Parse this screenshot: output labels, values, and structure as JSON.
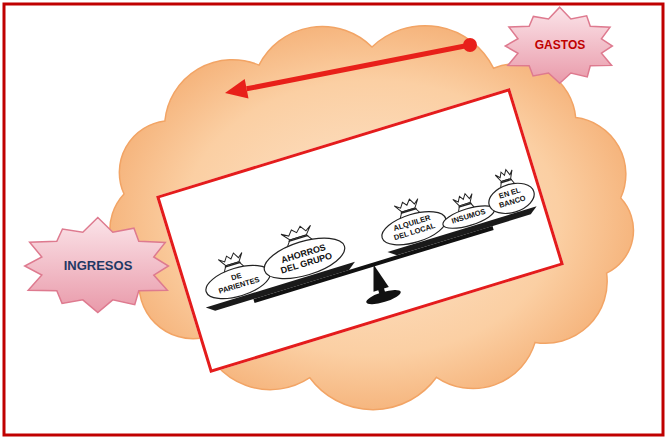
{
  "diagram": {
    "nodes": [
      {
        "text": [
          "GASTOS"
        ]
      },
      {
        "text": [
          "DE PARIENTES"
        ]
      },
      {
        "text": [
          "AHORROS DEL GRUPO"
        ]
      },
      {
        "text": [
          "ALQUILER DEL LOCAL"
        ]
      },
      {
        "text": [
          "INSUMOS"
        ]
      },
      {
        "text": [
          "EN EL BANCO"
        ]
      },
      {
        "text": [
          "INGRESOS"
        ]
      }
    ]
  }
}
